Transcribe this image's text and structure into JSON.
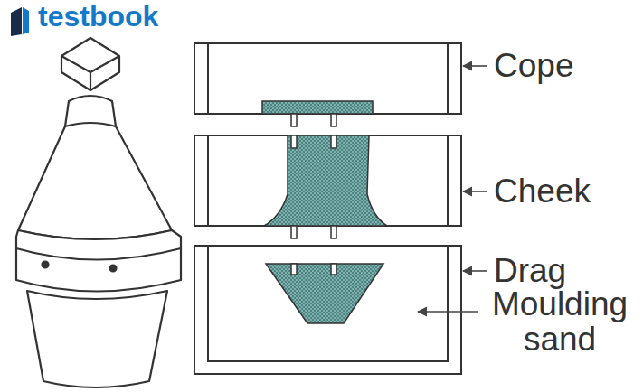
{
  "diagram": {
    "labels": [
      "testbook",
      "Cope",
      "Cheek",
      "Drag",
      "Moulding sand"
    ]
  }
}
